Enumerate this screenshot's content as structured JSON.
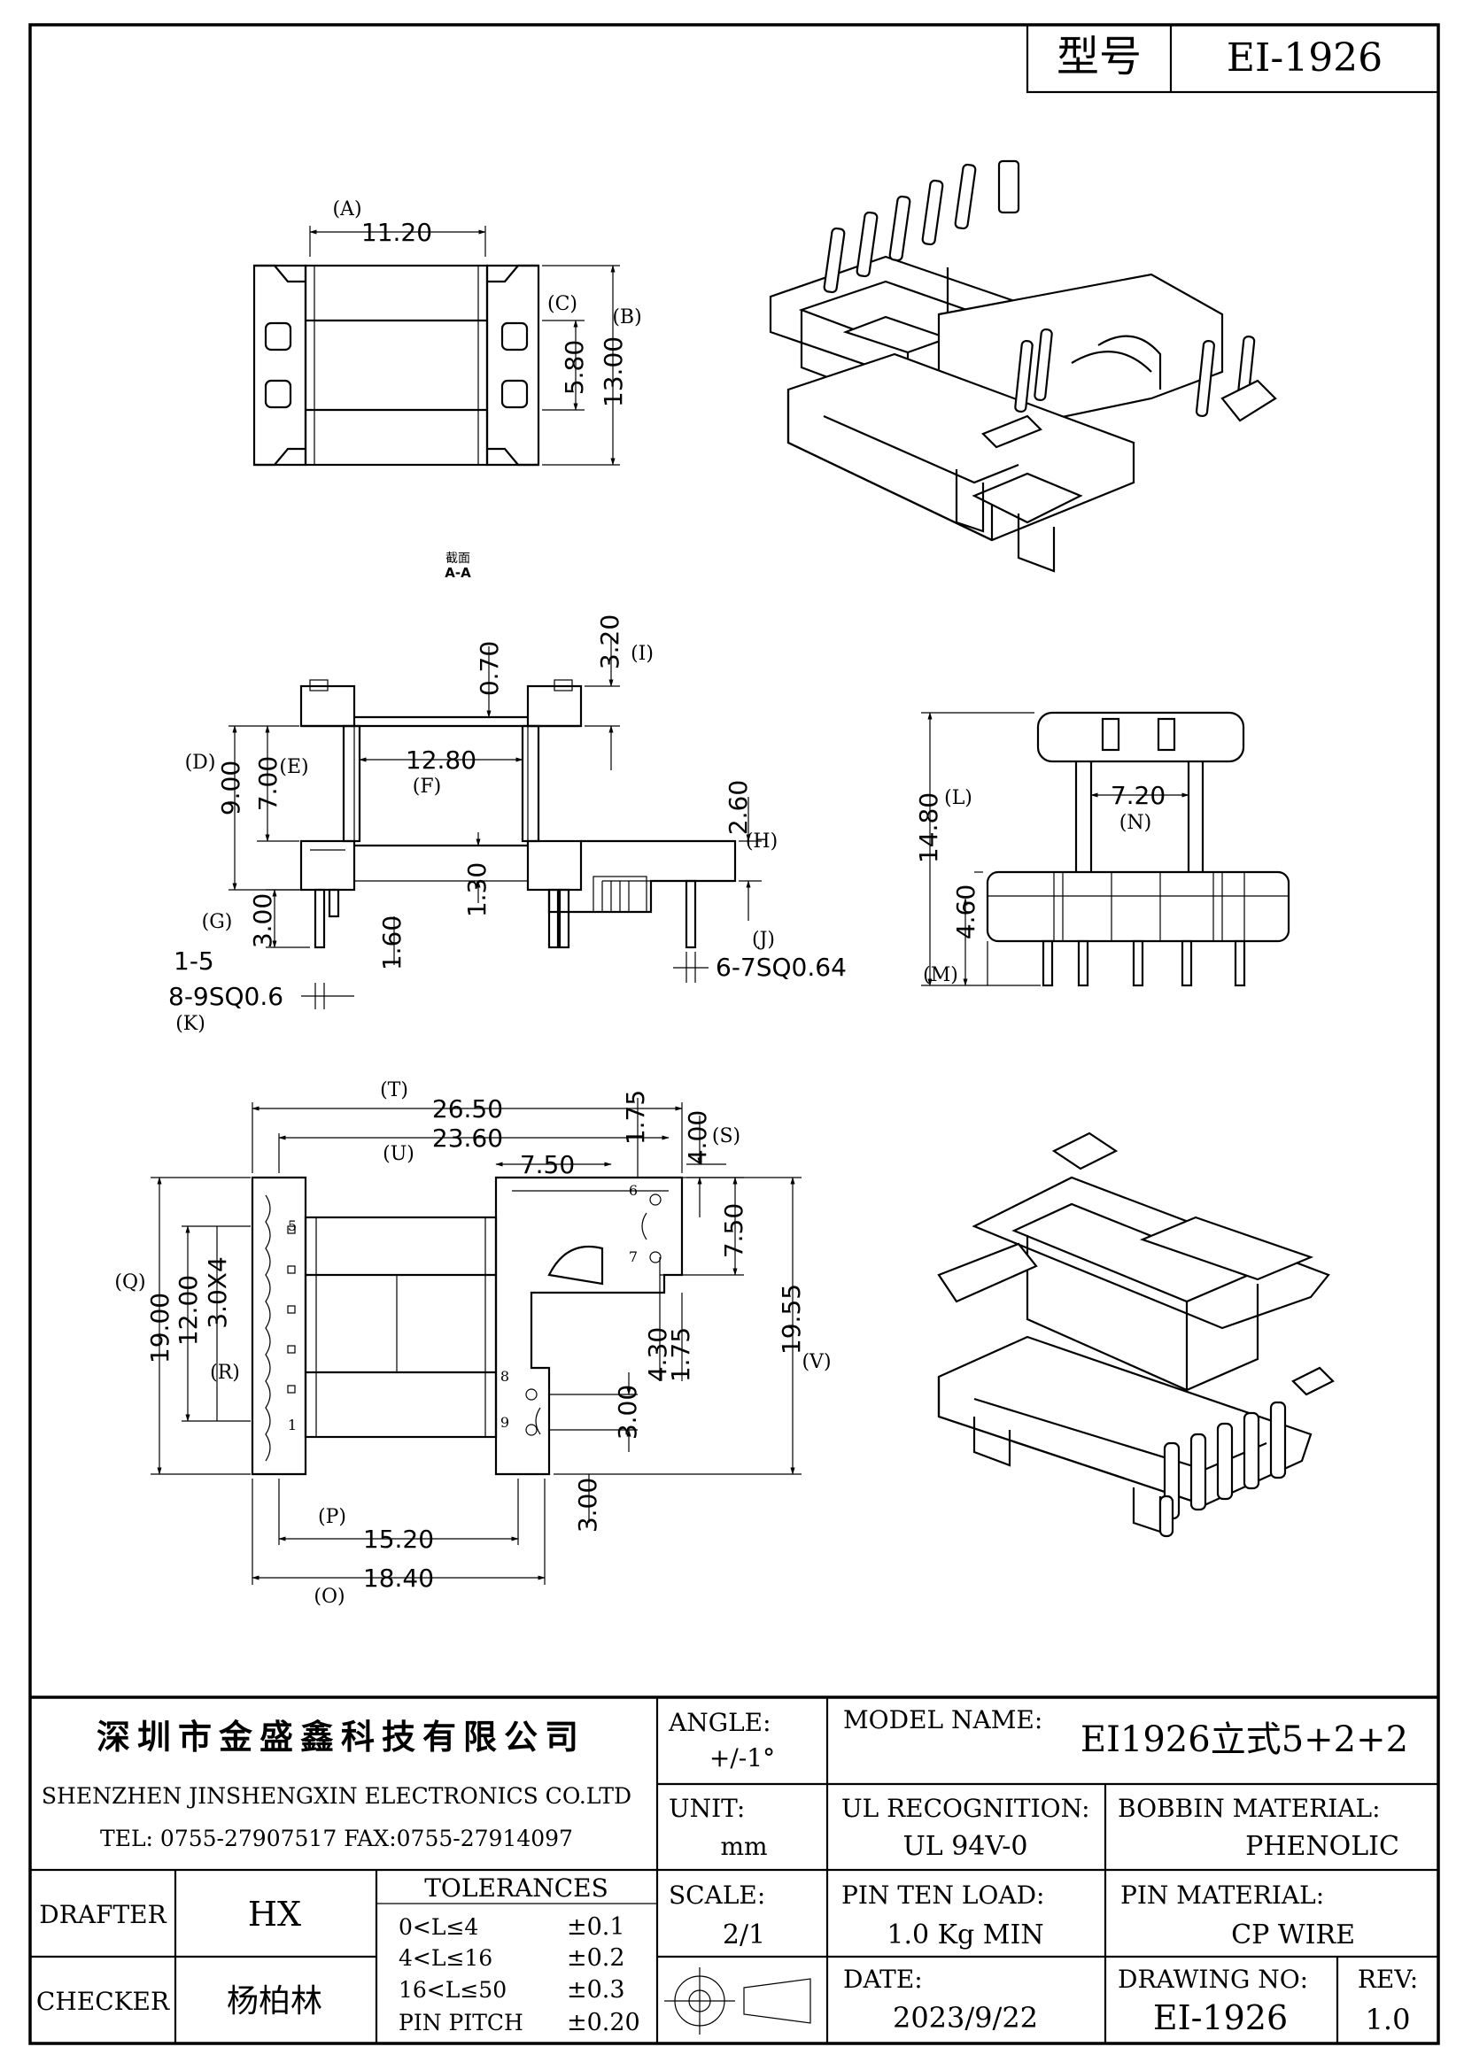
{
  "title_block": {
    "model_label": "型号",
    "model_value": "EI-1926",
    "company_cn": "深圳市金盛鑫科技有限公司",
    "company_en": "SHENZHEN JINSHENGXIN ELECTRONICS CO.LTD",
    "contact": "TEL: 0755-27907517   FAX:0755-27914097",
    "angle_label": "ANGLE:",
    "angle_value": "+/-1°",
    "model_name_label": "MODEL NAME:",
    "model_name_value": "EI1926立式5+2+2",
    "unit_label": "UNIT:",
    "unit_value": "mm",
    "ul_label": "UL RECOGNITION:",
    "ul_value": "UL 94V-0",
    "bobbin_label": "BOBBIN MATERIAL:",
    "bobbin_value": "PHENOLIC",
    "drafter_label": "DRAFTER",
    "drafter_value": "HX",
    "checker_label": "CHECKER",
    "checker_value": "杨柏林",
    "tolerances_label": "TOLERANCES",
    "tolerances": [
      {
        "range": "0<L≤4",
        "value": "±0.1"
      },
      {
        "range": "4<L≤16",
        "value": "±0.2"
      },
      {
        "range": "16<L≤50",
        "value": "±0.3"
      },
      {
        "range": "PIN PITCH",
        "value": "±0.20"
      }
    ],
    "scale_label": "SCALE:",
    "scale_value": "2/1",
    "pin_load_label": "PIN TEN LOAD:",
    "pin_load_value": "1.0 Kg MIN",
    "pin_material_label": "PIN MATERIAL:",
    "pin_material_value": "CP WIRE",
    "date_label": "DATE:",
    "date_value": "2023/9/22",
    "drawing_no_label": "DRAWING NO:",
    "drawing_no_value": "EI-1926",
    "rev_label": "REV:",
    "rev_value": "1.0"
  },
  "section_label": {
    "cn": "截面",
    "en": "A-A"
  },
  "top_view": {
    "dims": {
      "A": "11.20",
      "B": "13.00",
      "C": "5.80"
    },
    "letters": {
      "A": "(A)",
      "B": "(B)",
      "C": "(C)"
    }
  },
  "side_view": {
    "dims": {
      "I": "3.20",
      "top": "0.70",
      "D": "9.00",
      "E": "7.00",
      "F": "12.80",
      "H": "2.60",
      "center": "1.30",
      "G": "3.00",
      "pin": "1.60",
      "J": "6-7SQ0.64",
      "K1": "1-5",
      "K2": "8-9SQ0.6"
    },
    "letters": {
      "I": "(I)",
      "D": "(D)",
      "E": "(E)",
      "F": "(F)",
      "H": "(H)",
      "G": "(G)",
      "J": "(J)",
      "K": "(K)"
    }
  },
  "end_view": {
    "dims": {
      "L": "14.80",
      "N": "7.20",
      "M": "4.60"
    },
    "letters": {
      "L": "(L)",
      "N": "(N)",
      "M": "(M)"
    }
  },
  "bottom_view": {
    "dims": {
      "T": "26.50",
      "U": "23.60",
      "S1": "1.75",
      "S2": "4.00",
      "w": "7.50",
      "s": "7.50",
      "Q": "19.00",
      "R": "12.00",
      "pitch": "3.0X4",
      "V": "19.55",
      "v1": "4.30",
      "v2": "1.75",
      "v3": "3.00",
      "v4": "3.00",
      "P": "15.20",
      "O": "18.40"
    },
    "letters": {
      "T": "(T)",
      "U": "(U)",
      "S": "(S)",
      "Q": "(Q)",
      "R": "(R)",
      "V": "(V)",
      "P": "(P)",
      "O": "(O)"
    },
    "pins": {
      "p1": "1",
      "p5": "5",
      "p6": "6",
      "p7": "7",
      "p8": "8",
      "p9": "9"
    }
  }
}
